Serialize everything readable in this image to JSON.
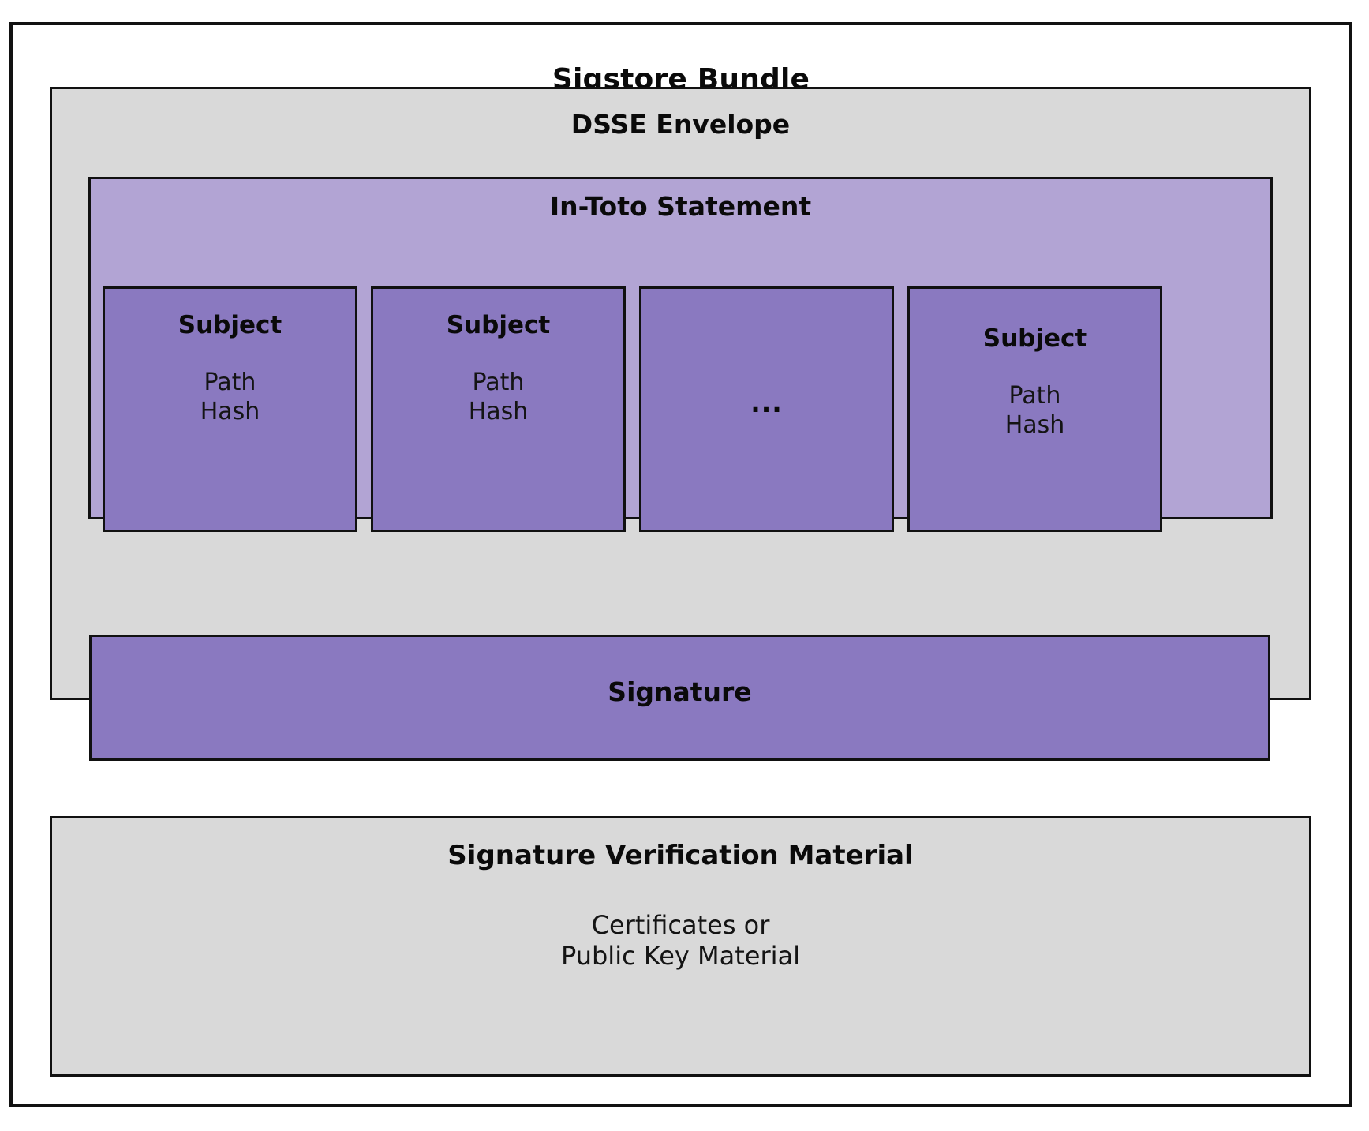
{
  "diagram": {
    "title": "Sigstore Bundle",
    "colors": {
      "background": "#ffffff",
      "outline": "#111111",
      "container_grey": "#d9d9d9",
      "statement_purple_light": "#b2a4d4",
      "block_purple": "#8a79c0",
      "text": "#0a0a0a"
    },
    "dsse_envelope": {
      "label": "DSSE Envelope",
      "in_toto_statement": {
        "label": "In-Toto Statement",
        "subjects": [
          {
            "label": "Subject",
            "fields": "Path\nHash",
            "is_ellipsis": false
          },
          {
            "label": "Subject",
            "fields": "Path\nHash",
            "is_ellipsis": false
          },
          {
            "label": "",
            "fields": "",
            "is_ellipsis": true,
            "ellipsis": "..."
          },
          {
            "label": "Subject",
            "fields": "Path\nHash",
            "is_ellipsis": false
          }
        ]
      },
      "signature": {
        "label": "Signature"
      }
    },
    "signature_verification_material": {
      "label": "Signature Verification Material",
      "body": "Certificates or\nPublic Key Material"
    }
  }
}
